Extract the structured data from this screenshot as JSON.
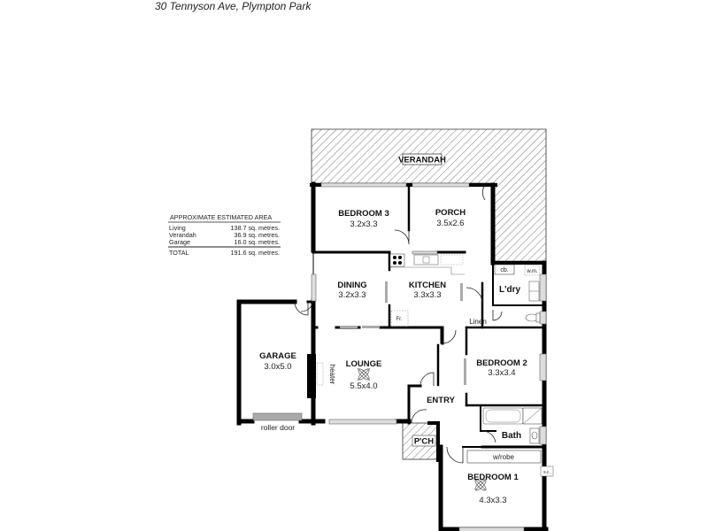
{
  "header": {
    "title": "30 Tennyson Ave, Plympton Park"
  },
  "area_table": {
    "heading": "APPROXIMATE ESTIMATED AREA",
    "rows": [
      {
        "label": "Living",
        "value": "138.7 sq. metres."
      },
      {
        "label": "Verandah",
        "value": "36.9 sq. metres."
      },
      {
        "label": "Garage",
        "value": "16.0 sq. metres."
      }
    ],
    "total": {
      "label": "TOTAL",
      "value": "191.6 sq. metres."
    }
  },
  "rooms": {
    "verandah": {
      "name": "VERANDAH"
    },
    "bedroom3": {
      "name": "BEDROOM 3",
      "size": "3.2x3.3"
    },
    "porch": {
      "name": "PORCH",
      "size": "3.5x2.6"
    },
    "dining": {
      "name": "DINING",
      "size": "3.2x3.3"
    },
    "kitchen": {
      "name": "KITCHEN",
      "size": "3.3x3.3"
    },
    "laundry": {
      "name": "L'dry"
    },
    "linen": {
      "name": "Linen"
    },
    "garage": {
      "name": "GARAGE",
      "size": "3.0x5.0"
    },
    "lounge": {
      "name": "LOUNGE",
      "size": "5.5x4.0"
    },
    "bedroom2": {
      "name": "BEDROOM 2",
      "size": "3.3x3.4"
    },
    "entry": {
      "name": "ENTRY"
    },
    "bath": {
      "name": "Bath"
    },
    "pch": {
      "name": "P'CH"
    },
    "wrobe": {
      "name": "w/robe"
    },
    "bedroom1": {
      "name": "BEDROOM 1",
      "size": "4.3x3.3"
    }
  },
  "fixtures": {
    "cb": "cb.",
    "wm": "w.m.",
    "fr": "Fr.",
    "heater": "heater",
    "roller_door": "roller door",
    "sc": "s.c."
  }
}
